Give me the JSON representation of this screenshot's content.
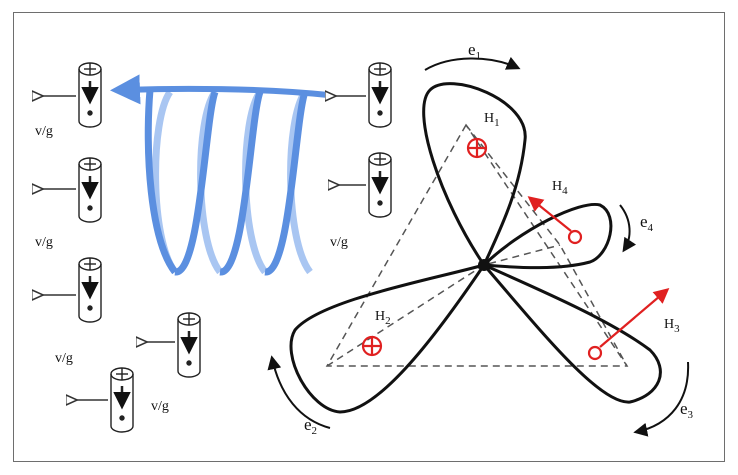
{
  "diagram": {
    "particle_label": "v/g",
    "loop_labels": {
      "e1": {
        "base": "e",
        "sub": "1"
      },
      "e2": {
        "base": "e",
        "sub": "2"
      },
      "e3": {
        "base": "e",
        "sub": "3"
      },
      "e4": {
        "base": "e",
        "sub": "4"
      }
    },
    "field_labels": {
      "H1": {
        "base": "H",
        "sub": "1"
      },
      "H2": {
        "base": "H",
        "sub": "2"
      },
      "H3": {
        "base": "H",
        "sub": "3"
      },
      "H4": {
        "base": "H",
        "sub": "4"
      }
    },
    "colors": {
      "coil": "#5b8fe0",
      "coil_light": "#a9c6f2",
      "field_vector": "#e02020",
      "outline": "#111111",
      "dashed": "#555555"
    }
  }
}
